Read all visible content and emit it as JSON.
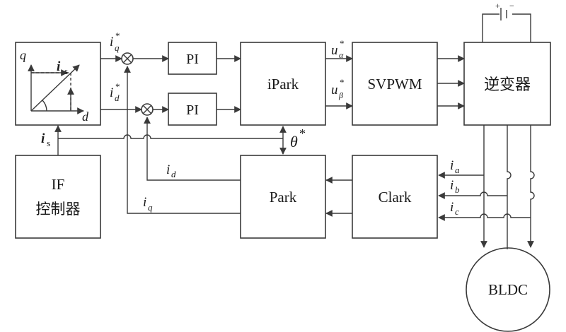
{
  "blocks": {
    "pi_top": "PI",
    "pi_bottom": "PI",
    "ipark": "iPark",
    "svpwm": "SVPWM",
    "inverter": "逆变器",
    "park": "Park",
    "clark": "Clark",
    "if_line1": "IF",
    "if_line2": "控制器",
    "motor": "BLDC"
  },
  "vector_plot": {
    "q": "q",
    "d": "d",
    "is": "i",
    "is_sub": "s"
  },
  "signals": {
    "iq_ref": {
      "base": "i",
      "sub": "q",
      "sup": "*"
    },
    "id_ref": {
      "base": "i",
      "sub": "d",
      "sup": "*"
    },
    "u_alpha": {
      "base": "u",
      "sub": "α",
      "sup": "*"
    },
    "u_beta": {
      "base": "u",
      "sub": "β",
      "sup": "*"
    },
    "theta": {
      "base": "θ",
      "sup": "*"
    },
    "is_out": {
      "base": "i",
      "sub": "s"
    },
    "id_fb": {
      "base": "i",
      "sub": "d"
    },
    "iq_fb": {
      "base": "i",
      "sub": "q"
    },
    "ia": {
      "base": "i",
      "sub": "a"
    },
    "ib": {
      "base": "i",
      "sub": "b"
    },
    "ic": {
      "base": "i",
      "sub": "c"
    }
  },
  "battery": {
    "plus": "+",
    "minus": "−"
  }
}
